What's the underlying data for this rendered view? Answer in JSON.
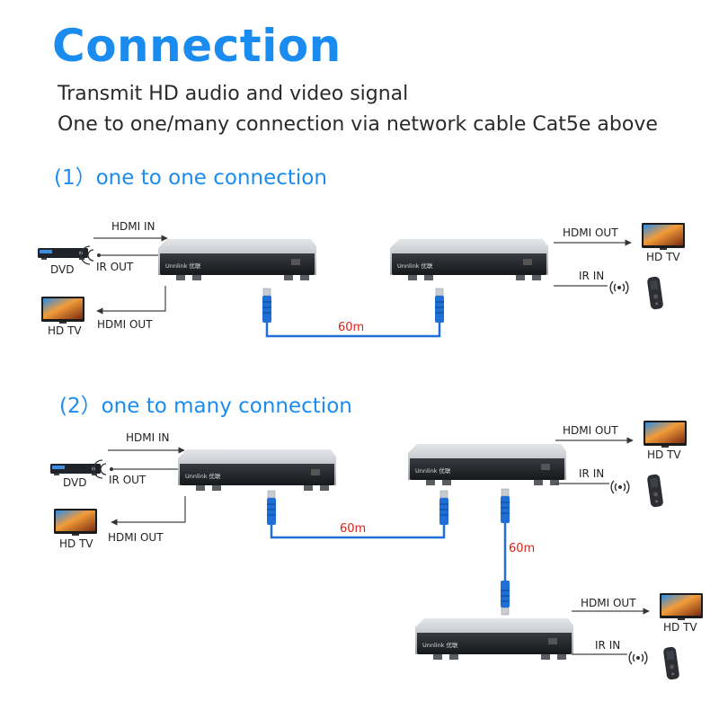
{
  "title": "Connection",
  "subtitle_1": "Transmit HD audio and video signal",
  "subtitle_2": "One to one/many connection via network cable Cat5e above",
  "section_1": "(1）one to one connection",
  "section_2": "(2）one to many connection",
  "labels": {
    "hdmi_in": "HDMI IN",
    "hdmi_out": "HDMI OUT",
    "ir_out": "IR OUT",
    "ir_in": "IR IN",
    "dvd": "DVD",
    "hd_tv": "HD TV",
    "cable_length": "60m",
    "brand": "Unnlink 优联"
  },
  "colors": {
    "accent": "#1a8cf0",
    "cable": "#1f6fd6",
    "cable_label": "#d8231a"
  }
}
